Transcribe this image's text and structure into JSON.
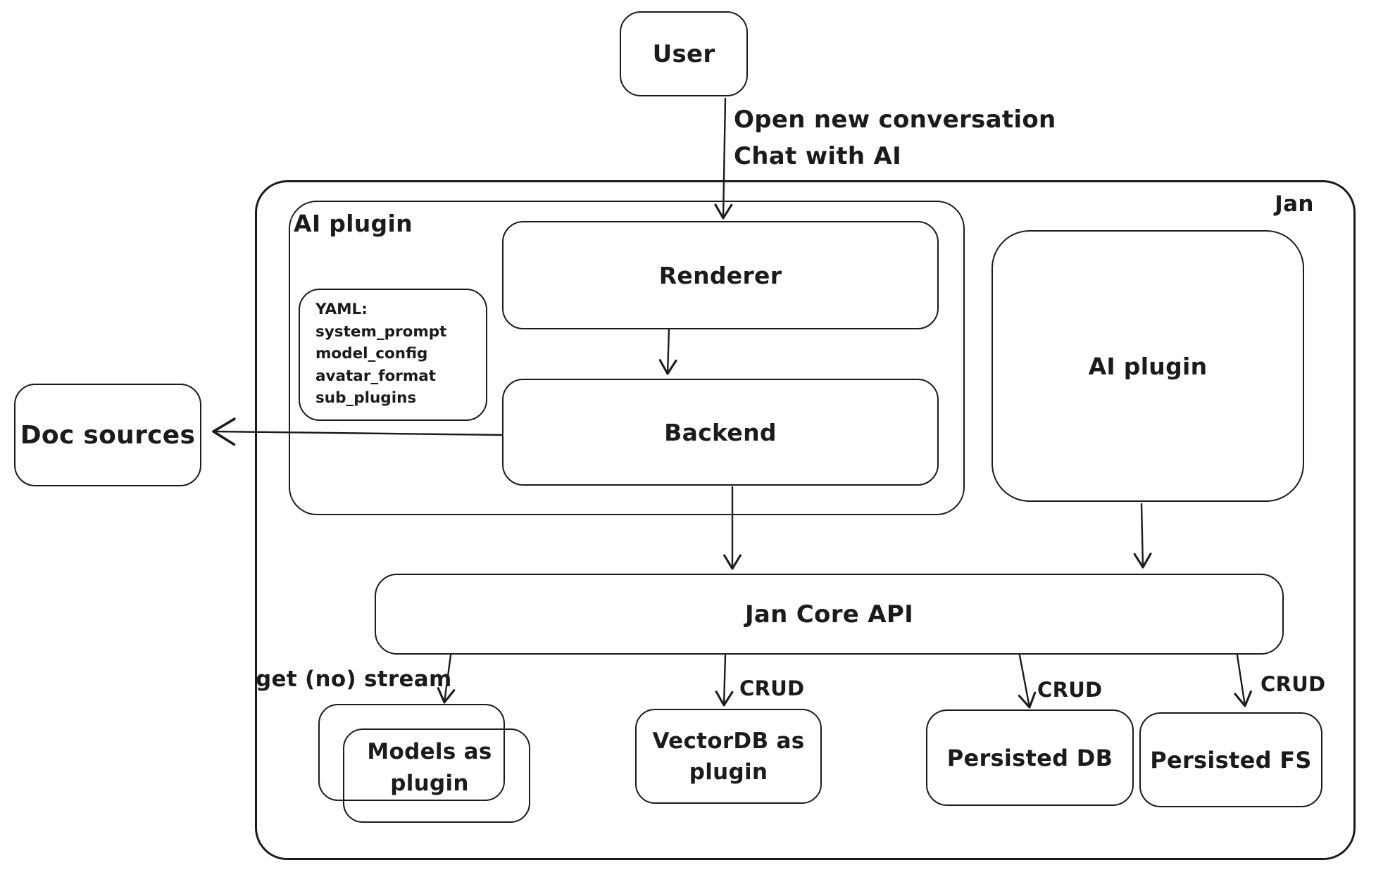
{
  "containers": {
    "jan": "Jan",
    "ai_plugin": "AI plugin"
  },
  "nodes": {
    "user": "User",
    "renderer": "Renderer",
    "backend": "Backend",
    "ai_plugin_right": "AI plugin",
    "doc_sources": "Doc sources",
    "jan_core_api": "Jan Core API",
    "models_as_plugin": "Models as plugin",
    "vectordb_as_plugin": "VectorDB as plugin",
    "persisted_db": "Persisted DB",
    "persisted_fs": "Persisted FS"
  },
  "note": {
    "title": "YAML:",
    "lines": [
      "system_prompt",
      "model_config",
      "avatar_format",
      "sub_plugins"
    ]
  },
  "edge_labels": {
    "user_to_renderer_line1": "Open new conversation",
    "user_to_renderer_line2": "Chat with AI",
    "get_no_stream": "get (no) stream",
    "crud_vectordb": "CRUD",
    "crud_persisted_db": "CRUD",
    "crud_persisted_fs": "CRUD"
  },
  "colors": {
    "stroke": "#1b1b1b",
    "background": "#ffffff"
  }
}
